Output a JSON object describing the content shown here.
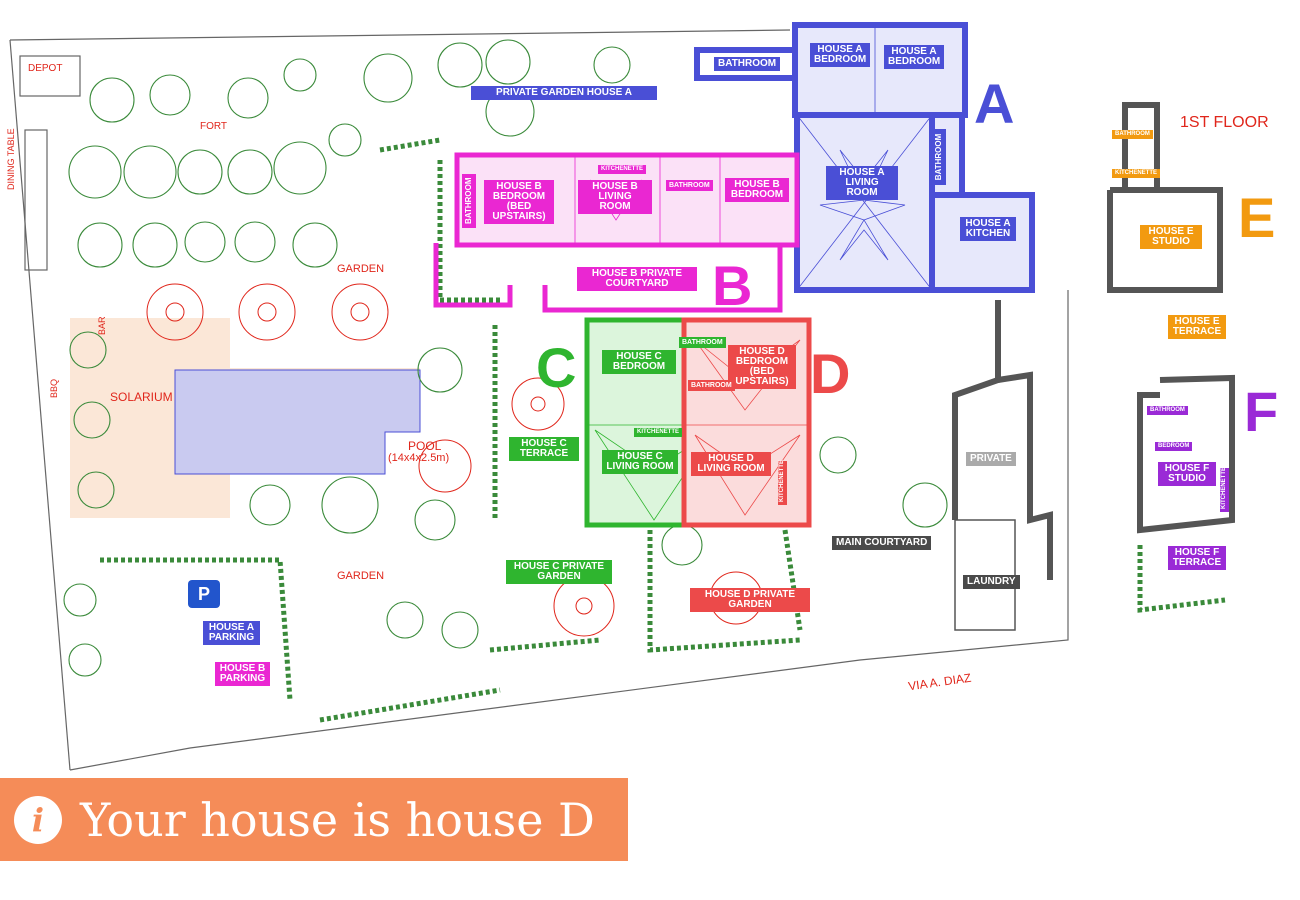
{
  "colors": {
    "house_a": "#4a4fd6",
    "house_b": "#ea27d2",
    "house_c": "#2fb52f",
    "house_d": "#ec4a4a",
    "house_e": "#f29a10",
    "house_f": "#9a2ad6",
    "dark": "#4a4a4a",
    "gray": "#aaaaaa",
    "red_text": "#e0261b",
    "banner": "#f58c58"
  },
  "labels": {
    "bathroom_a": "BATHROOM",
    "private_garden_a": "PRIVATE GARDEN HOUSE A",
    "house_a_bedroom_1": "HOUSE A BEDROOM",
    "house_a_bedroom_2": "HOUSE A BEDROOM",
    "house_a_living": "HOUSE A LIVING ROOM",
    "house_a_bathroom_v": "BATHROOM",
    "house_a_kitchen": "HOUSE A KITCHEN",
    "house_b_bathroom_v": "BATHROOM",
    "house_b_bedroom_upstairs": "HOUSE B BEDROOM (BED UPSTAIRS)",
    "house_b_kitchenette": "KITCHENETTE",
    "house_b_living": "HOUSE B LIVING ROOM",
    "house_b_bathroom": "BATHROOM",
    "house_b_bedroom": "HOUSE B BEDROOM",
    "house_b_courtyard": "HOUSE B PRIVATE COURTYARD",
    "house_c_bedroom": "HOUSE C BEDROOM",
    "house_c_bathroom": "BATHROOM",
    "house_c_kitchenette": "KITCHENETTE",
    "house_c_living": "HOUSE C LIVING ROOM",
    "house_c_terrace": "HOUSE C TERRACE",
    "house_c_garden": "HOUSE C PRIVATE GARDEN",
    "house_d_bedroom": "HOUSE D BEDROOM (BED UPSTAIRS)",
    "house_d_bathroom": "BATHROOM",
    "house_d_living": "HOUSE D LIVING ROOM",
    "house_d_kitchenette": "KITCHENETTE",
    "house_d_garden": "HOUSE D PRIVATE GARDEN",
    "private": "PRIVATE",
    "main_courtyard": "MAIN COURTYARD",
    "laundry": "LAUNDRY",
    "house_e_bathroom": "BATHROOM",
    "house_e_kitchenette": "KITCHENETTE",
    "house_e_studio": "HOUSE E STUDIO",
    "house_e_terrace": "HOUSE E TERRACE",
    "house_f_bathroom": "BATHROOM",
    "house_f_bedroom": "BEDROOM",
    "house_f_studio": "HOUSE F STUDIO",
    "house_f_kitchenette": "KITCHENETTE",
    "house_f_terrace": "HOUSE F TERRACE",
    "house_a_parking": "HOUSE A PARKING",
    "house_b_parking": "HOUSE B PARKING",
    "parking": "P"
  },
  "letters": {
    "a": "A",
    "b": "B",
    "c": "C",
    "d": "D",
    "e": "E",
    "f": "F"
  },
  "plan_text": {
    "depot": "DEPOT",
    "fort": "FORT",
    "dining_table": "DINING TABLE",
    "garden_top": "GARDEN",
    "garden_bottom": "GARDEN",
    "bar": "BAR",
    "bbq": "BBQ",
    "solarium": "SOLARIUM",
    "pool": "POOL",
    "pool_dims": "(14x4x2.5m)",
    "first_floor": "1ST FLOOR",
    "street": "VIA A. DIAZ"
  },
  "banner": {
    "icon": "i",
    "text": "Your house is house D"
  }
}
